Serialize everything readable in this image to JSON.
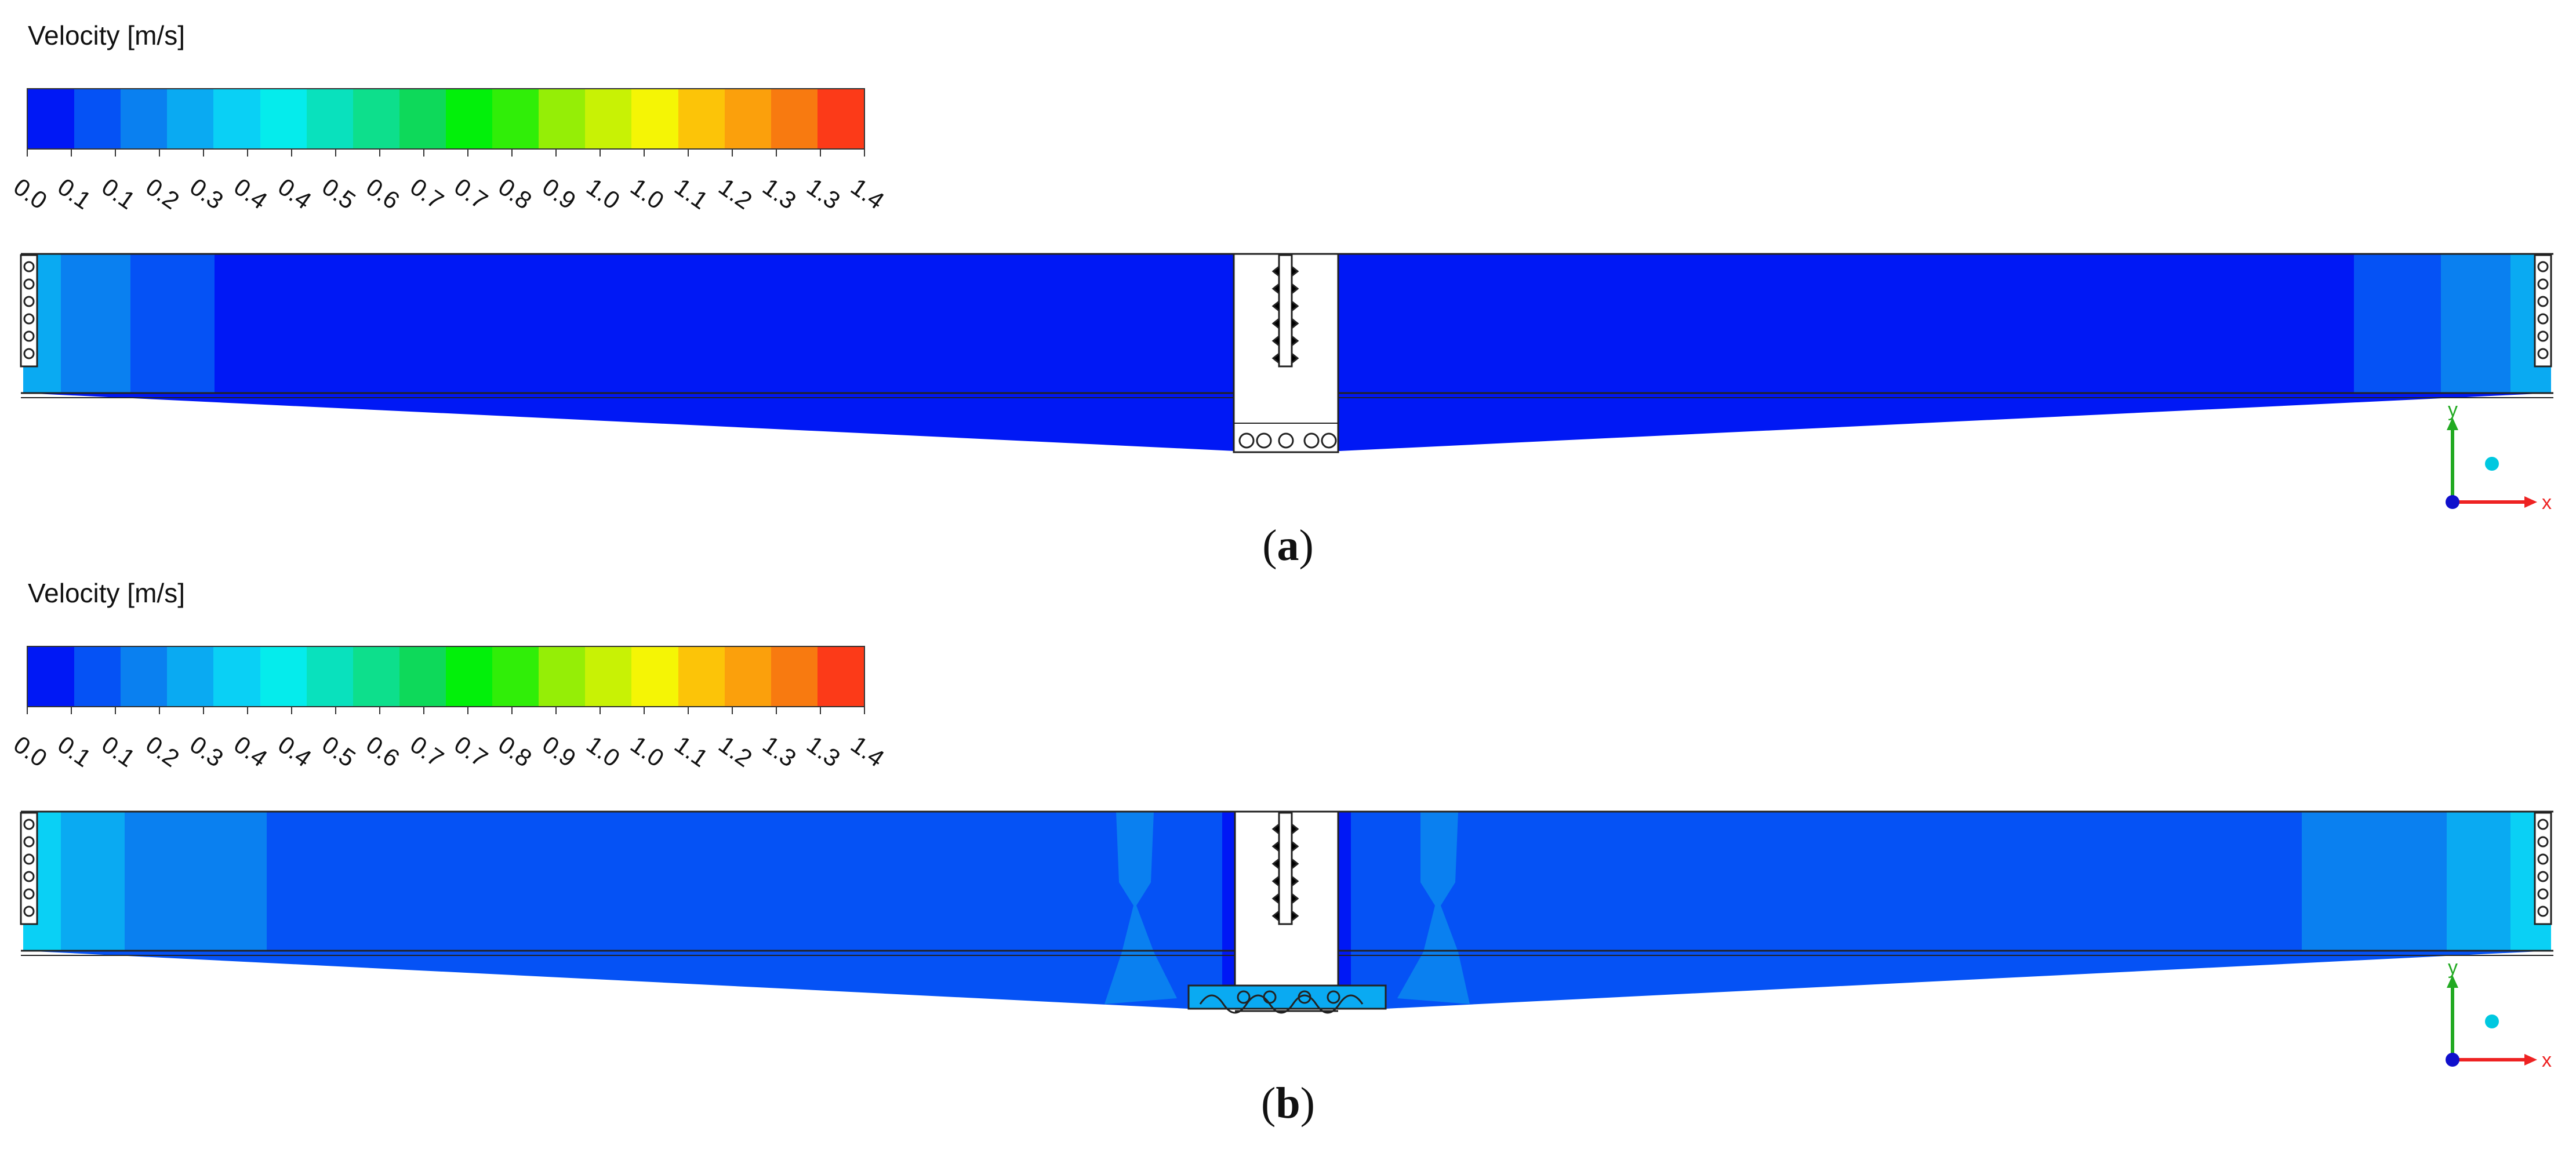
{
  "panels": [
    {
      "id": "a",
      "legend_title": "Velocity [m/s]",
      "caption_letter": "a",
      "axis_x": "x",
      "axis_y": "y"
    },
    {
      "id": "b",
      "legend_title": "Velocity [m/s]",
      "caption_letter": "b",
      "axis_x": "x",
      "axis_y": "y"
    }
  ],
  "colorbar": {
    "colors": [
      "#0018f5",
      "#0552f5",
      "#0a80f0",
      "#0aaaf2",
      "#0ad0f5",
      "#05ecec",
      "#09e1bd",
      "#0ddf8c",
      "#0ed95a",
      "#02f00a",
      "#30ee08",
      "#95ee06",
      "#c8f205",
      "#f5f505",
      "#fcc408",
      "#fba00c",
      "#f87a10",
      "#fc3a18"
    ],
    "tick_labels": [
      "0.0",
      "0.1",
      "0.1",
      "0.2",
      "0.3",
      "0.4",
      "0.4",
      "0.5",
      "0.6",
      "0.7",
      "0.7",
      "0.8",
      "0.9",
      "1.0",
      "1.0",
      "1.1",
      "1.2",
      "1.3",
      "1.3",
      "1.4"
    ]
  },
  "colors": {
    "flow_main_a": "#0018f5",
    "flow_main_b": "#0552f5",
    "near_wall_1": "#0a80f0",
    "near_wall_2": "#0aaaf2",
    "near_wall_3": "#0ad0f5",
    "axis_y": "#22aa22",
    "axis_x": "#ee2222",
    "axis_z": "#1010cc",
    "outline": "#222222"
  }
}
